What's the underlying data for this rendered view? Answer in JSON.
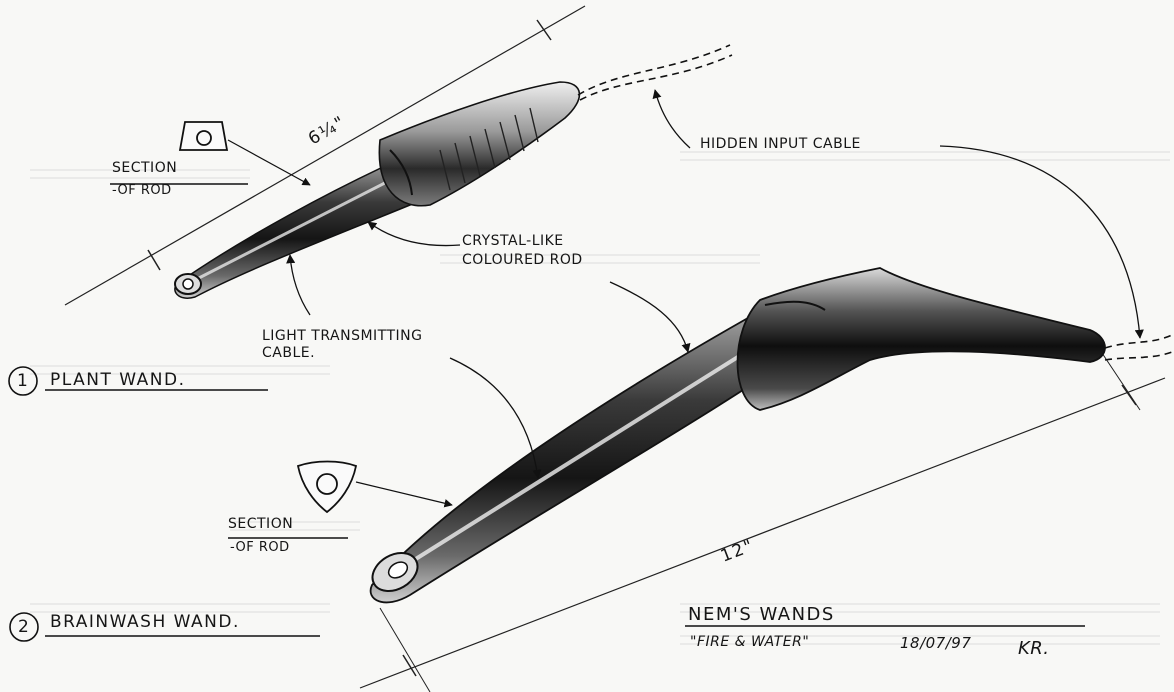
{
  "sketch": {
    "wand1": {
      "number": "1",
      "name": "PLANT WAND.",
      "section_label_1": "SECTION",
      "section_label_2": "-OF ROD",
      "dimension": "6¼\"",
      "callout_rod_1": "CRYSTAL-LIKE",
      "callout_rod_2": "COLOURED ROD",
      "callout_cable_1": "LIGHT TRANSMITTING",
      "callout_cable_2": "CABLE."
    },
    "wand2": {
      "number": "2",
      "name": "BRAINWASH WAND.",
      "section_label_1": "SECTION",
      "section_label_2": "-OF ROD",
      "dimension": "12\""
    },
    "hidden_cable_label": "HIDDEN INPUT CABLE",
    "title_block": {
      "title": "NEM'S WANDS",
      "subtitle": "\"FIRE & WATER\"",
      "date": "18/07/97",
      "initials": "KR."
    }
  }
}
